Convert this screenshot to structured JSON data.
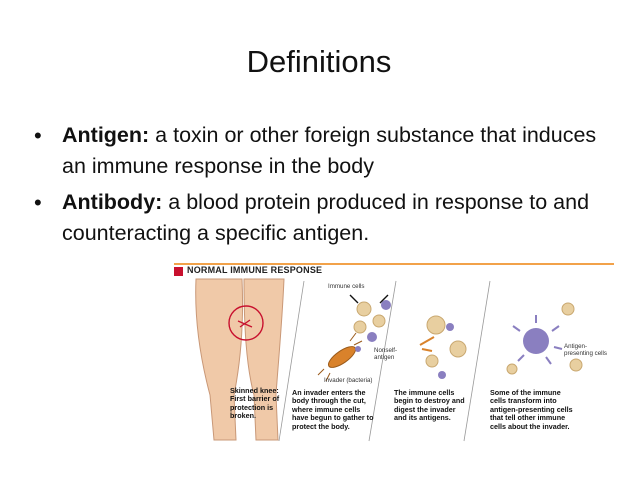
{
  "slide": {
    "title": "Definitions",
    "bullets": [
      {
        "term": "Antigen:",
        "text": " a toxin or other foreign substance that induces an immune response in the body"
      },
      {
        "term": "Antibody:",
        "text": " a blood protein produced in response to and counteracting a specific antigen."
      }
    ]
  },
  "figure": {
    "header": "NORMAL IMMUNE RESPONSE",
    "labels": {
      "immune_cells": "Immune cells",
      "nonself_antigen": "Nonself-antigen",
      "invader": "Invader (bacteria)",
      "antigen_presenting": "Antigen-presenting cells"
    },
    "panels": [
      "Skinned knee: First barrier of protection is broken.",
      "An invader enters the body through the cut, where immune cells have begun to gather to protect the body.",
      "The immune cells begin to destroy and digest the invader and its antigens.",
      "Some of the immune cells transform into antigen-presenting cells that tell other immune cells about the invader."
    ]
  },
  "colors": {
    "accent": "#c8102e",
    "header_rule": "#f2a24a",
    "skin": "#f0c9a8",
    "cell": "#e8cfa0",
    "antigen": "#8a7fc0"
  }
}
